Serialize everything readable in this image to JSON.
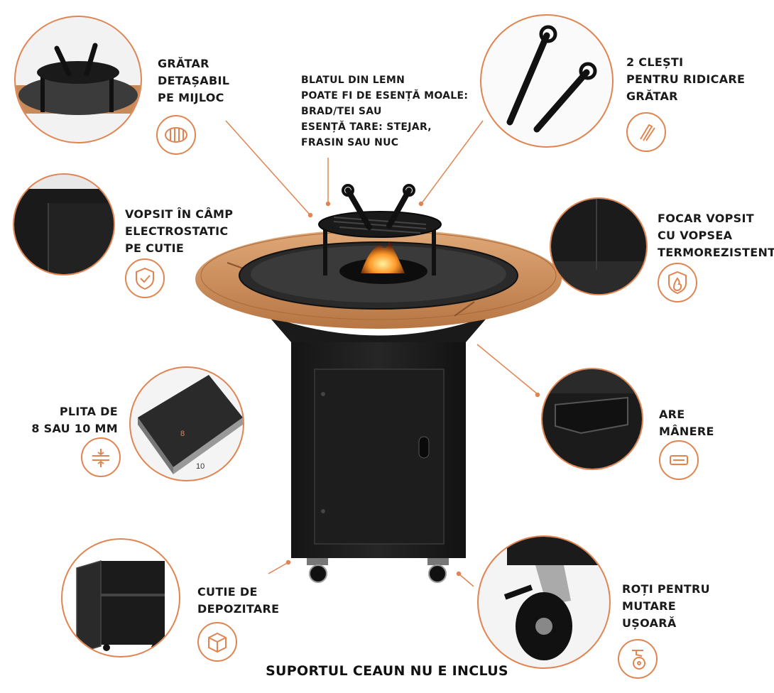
{
  "features": {
    "gratar": {
      "lines": [
        "GRĂTAR",
        "DETAȘABIL",
        "PE MIJLOC"
      ],
      "icon": "grill-grate-icon"
    },
    "blat": {
      "lines": [
        "BLATUL DIN LEMN",
        "POATE FI DE ESENȚĂ MOALE:",
        "BRAD/TEI SAU",
        "ESENȚĂ TARE: STEJAR,",
        "FRASIN SAU NUC"
      ]
    },
    "clesti": {
      "lines": [
        "2 CLEȘTI",
        "PENTRU RIDICARE",
        "GRĂTAR"
      ],
      "icon": "tongs-icon"
    },
    "vopsit": {
      "lines": [
        "VOPSIT ÎN CÂMP",
        "ELECTROSTATIC",
        "PE CUTIE"
      ],
      "icon": "shield-check-icon"
    },
    "focar": {
      "lines": [
        "FOCAR VOPSIT",
        "CU VOPSEA",
        "TERMOREZISTENTĂ"
      ],
      "icon": "fire-shield-icon"
    },
    "plita": {
      "lines": [
        "PLITA DE",
        "8 SAU 10 MM"
      ],
      "icon": "thickness-icon",
      "dim_a": "8",
      "dim_b": "10"
    },
    "manere": {
      "lines": [
        "ARE",
        "MÂNERE"
      ],
      "icon": "handle-icon"
    },
    "cutie": {
      "lines": [
        "CUTIE DE",
        "DEPOZITARE"
      ],
      "icon": "box-icon"
    },
    "roti": {
      "lines": [
        "ROȚI PENTRU",
        "MUTARE",
        "UȘOARĂ"
      ],
      "icon": "caster-wheel-icon"
    }
  },
  "footer_note": "SUPORTUL CEAUN NU E INCLUS",
  "colors": {
    "accent": "#e08552",
    "steel": "#1c1c1c",
    "wood": "#c98a5a"
  }
}
